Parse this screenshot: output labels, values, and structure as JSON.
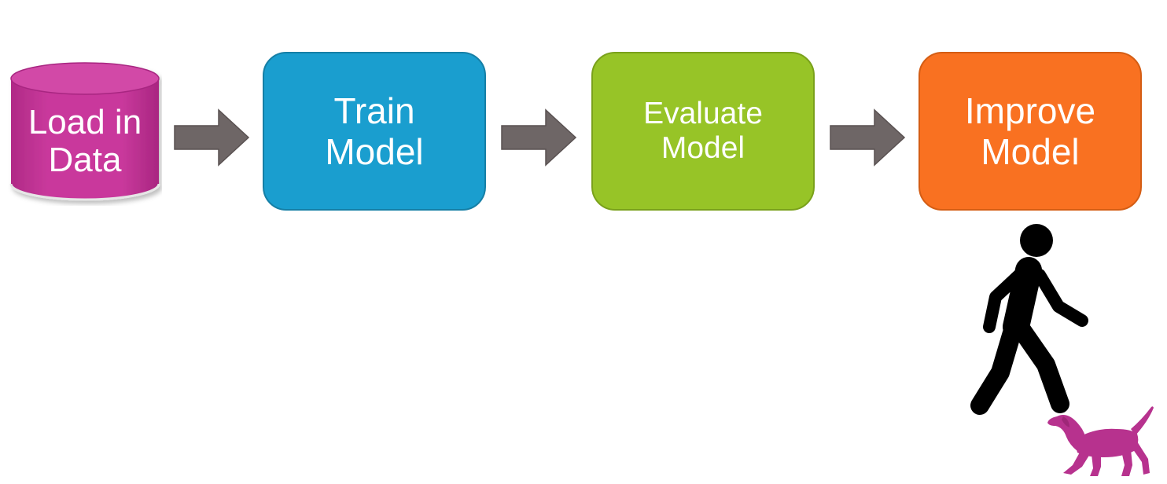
{
  "diagram": {
    "steps": [
      {
        "id": "load",
        "lines": [
          "Load in",
          "Data"
        ],
        "shape": "cylinder",
        "color": "#c43396"
      },
      {
        "id": "train",
        "lines": [
          "Train",
          "Model"
        ],
        "shape": "rounded-box",
        "color": "#1a9ecf"
      },
      {
        "id": "evaluate",
        "lines": [
          "Evaluate",
          "Model"
        ],
        "shape": "rounded-box",
        "color": "#97c427"
      },
      {
        "id": "improve",
        "lines": [
          "Improve",
          "Model"
        ],
        "shape": "rounded-box",
        "color": "#f97121"
      }
    ],
    "arrow_color": "#6e6666",
    "icons": {
      "walker": "person-walking-icon",
      "dog": "dog-icon",
      "walker_color": "#000000",
      "dog_color": "#b7328e"
    }
  }
}
